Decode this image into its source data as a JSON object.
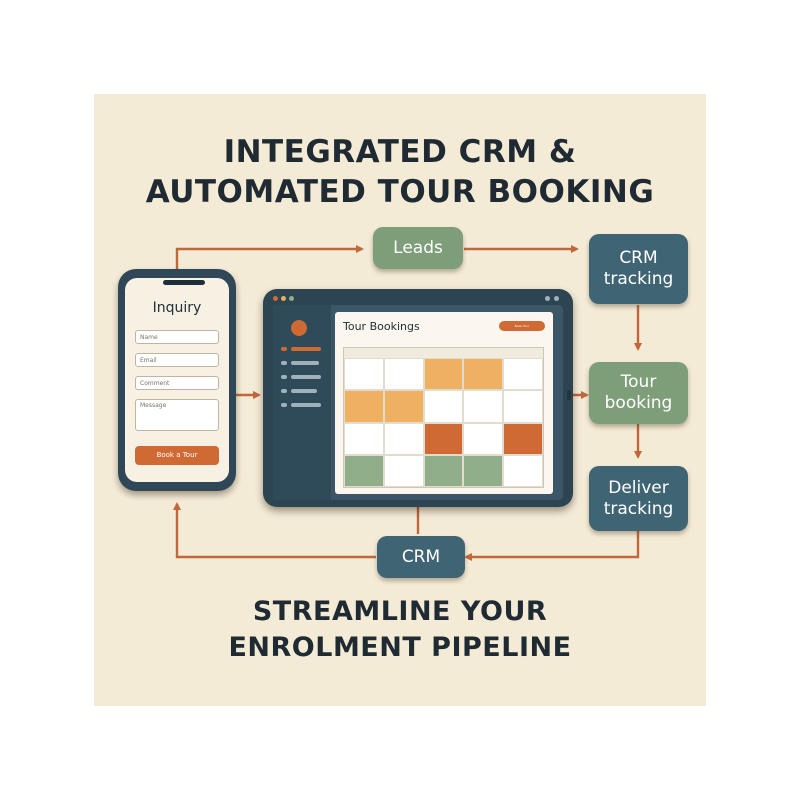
{
  "headline_top": [
    "INTEGRATED CRM &",
    "AUTOMATED TOUR BOOKING"
  ],
  "headline_bottom": [
    "STREAMLINE YOUR",
    "ENROLMENT PIPELINE"
  ],
  "flow": {
    "leads": "Leads",
    "crm_tracking": [
      "CRM",
      "tracking"
    ],
    "tour_booking": [
      "Tour",
      "booking"
    ],
    "deliver_tracking": [
      "Deliver",
      "tracking"
    ],
    "crm": "CRM"
  },
  "phone": {
    "title": "Inquiry",
    "fields": [
      "Name",
      "Email",
      "Comment",
      "Message"
    ],
    "cta": "Book a Tour"
  },
  "tablet": {
    "title": "Tour Bookings",
    "button": "Book Tour"
  },
  "colors": {
    "background": "#f4ebd7",
    "green_box": "#7d9e78",
    "slate_box": "#3f6575",
    "accent": "#cf6a35",
    "arrow": "#c0683a",
    "device_frame": "#2d4452",
    "event_orange": "#cf6a35",
    "event_amber": "#f0b062",
    "event_green": "#8fae89"
  }
}
